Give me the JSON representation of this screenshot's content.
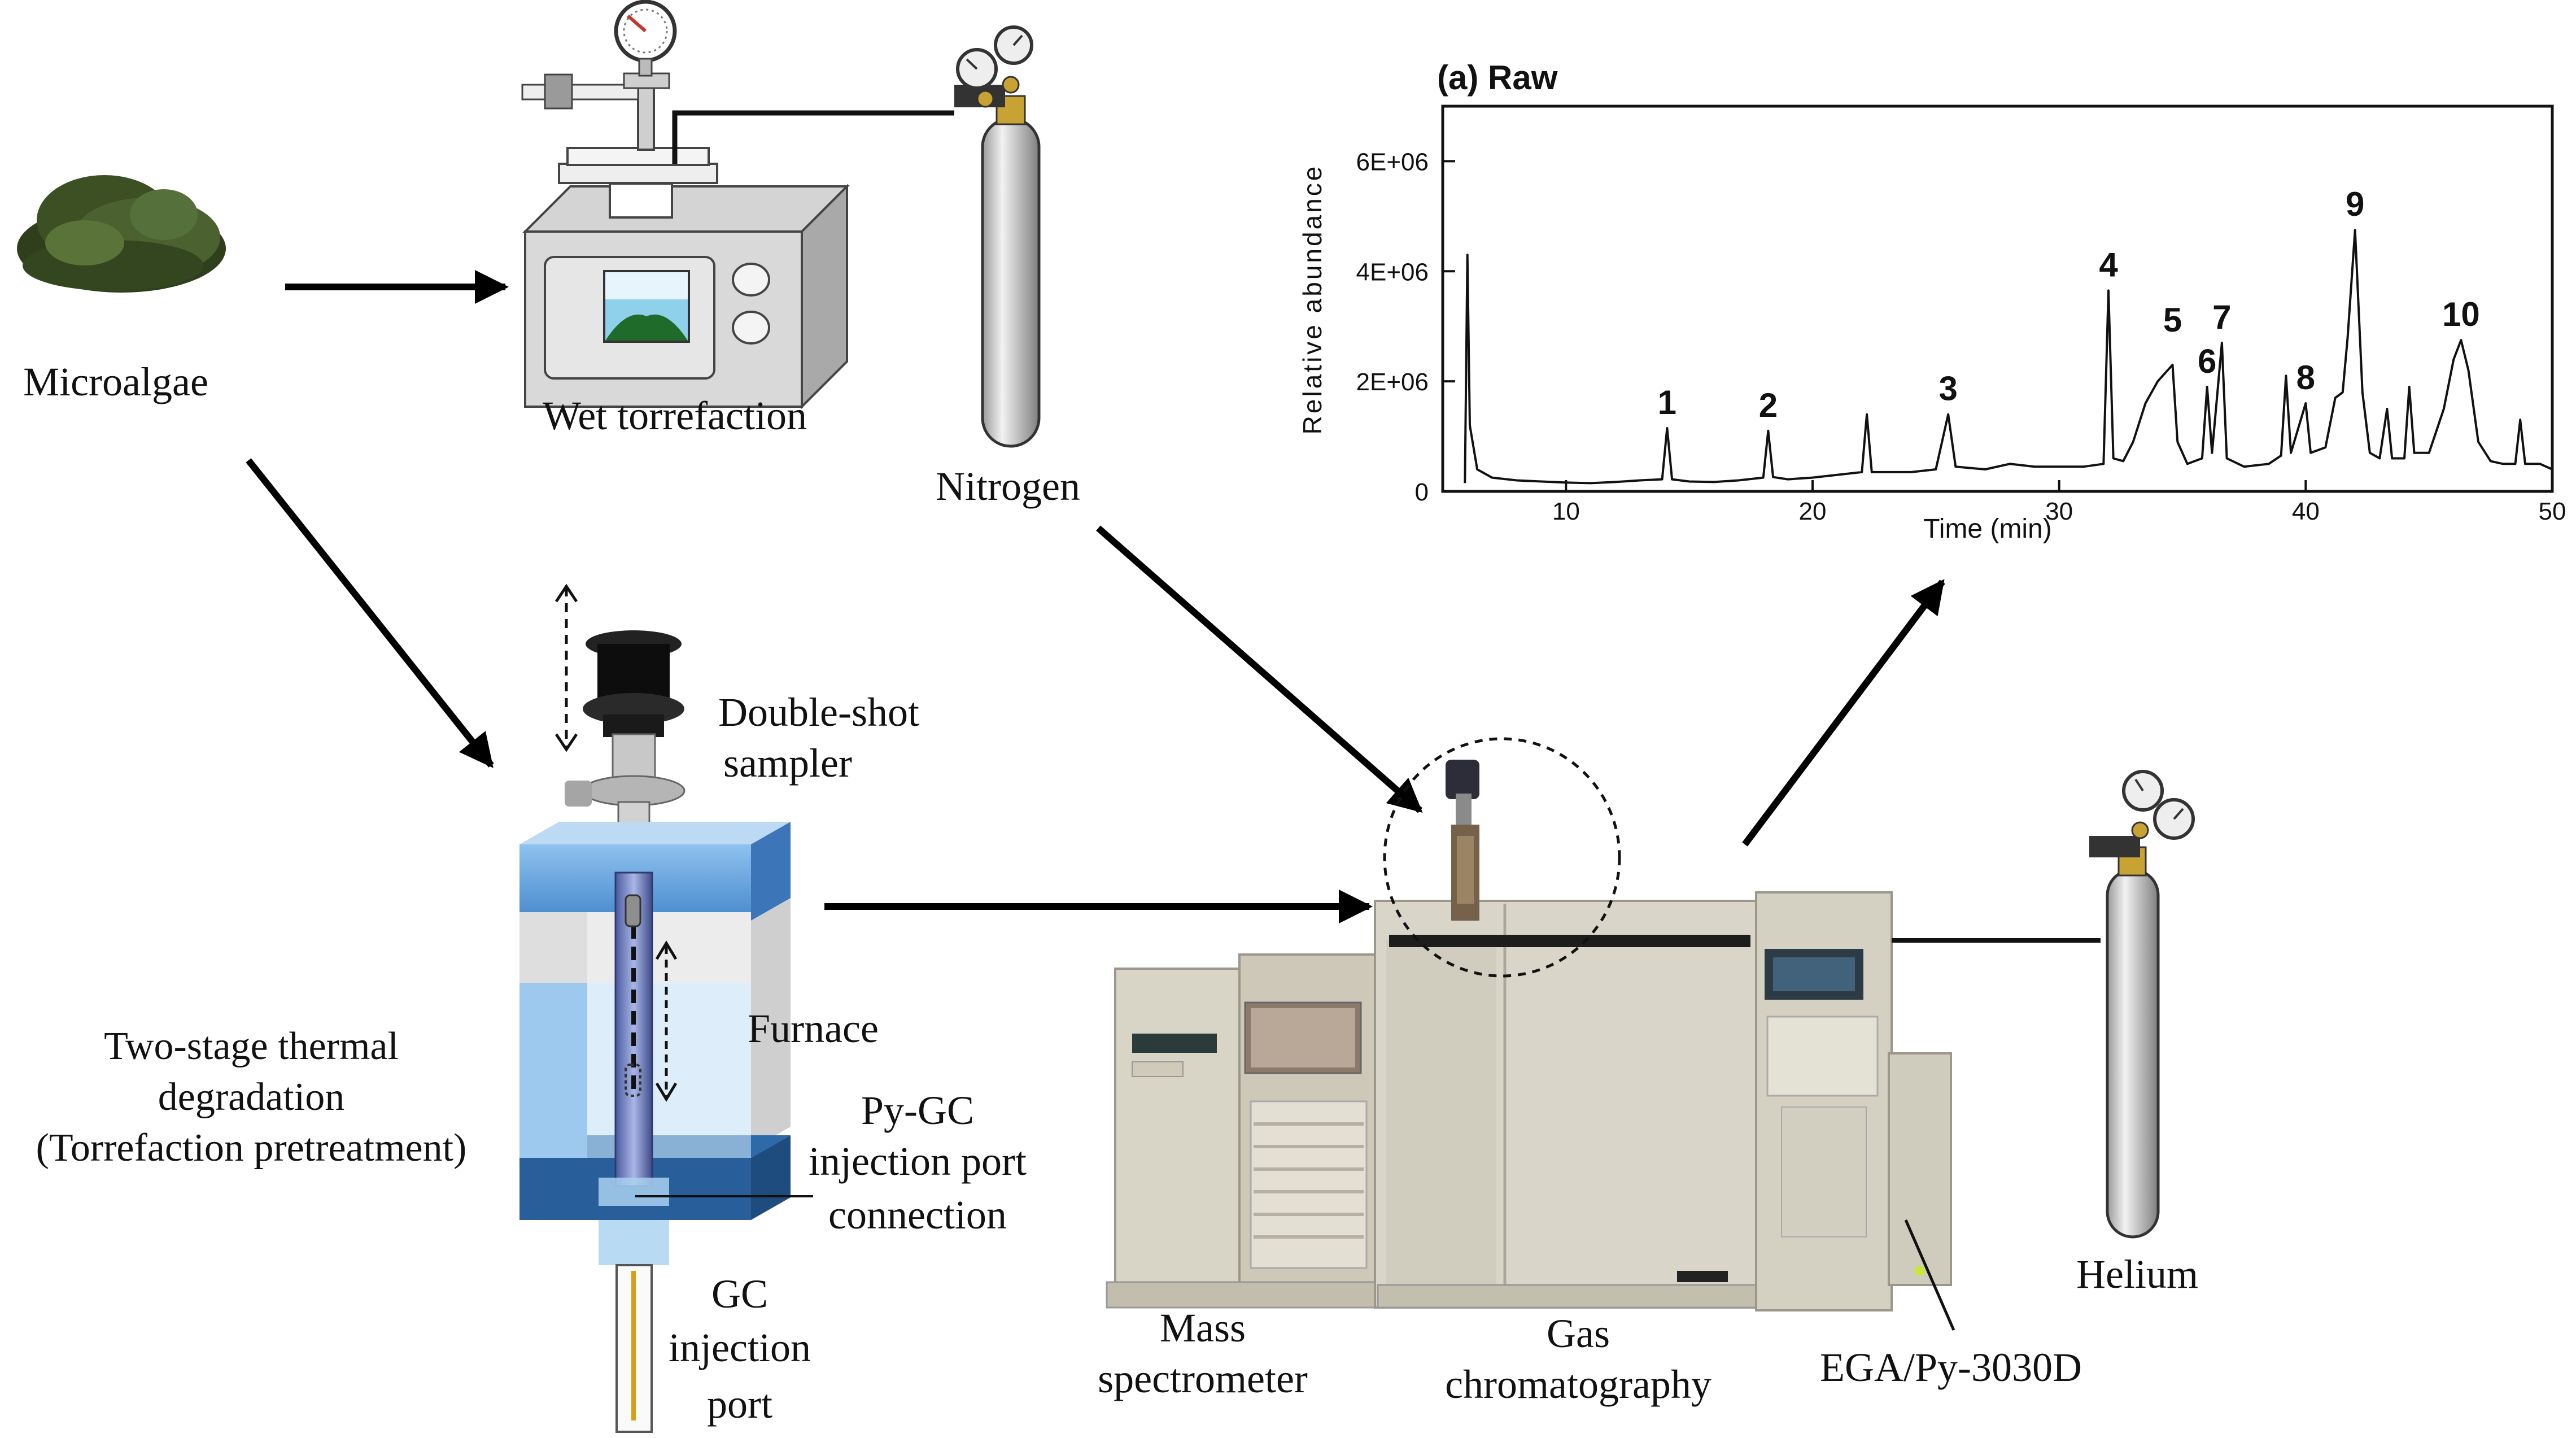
{
  "labels": {
    "microalgae": "Microalgae",
    "wet_torrefaction": "Wet torrefaction",
    "nitrogen": "Nitrogen",
    "double_shot": [
      "Double-shot",
      "sampler"
    ],
    "furnace": "Furnace",
    "two_stage": [
      "Two-stage thermal",
      "degradation",
      "(Torrefaction pretreatment)"
    ],
    "pygc": [
      "Py-GC",
      "injection port",
      "connection"
    ],
    "gc_port": [
      "GC",
      "injection",
      "port"
    ],
    "mass_spec": [
      "Mass",
      "spectrometer"
    ],
    "gas_chrom": [
      "Gas",
      "chromatography"
    ],
    "ega": "EGA/Py-3030D",
    "helium": "Helium"
  },
  "chart_data": {
    "type": "line",
    "title": "(a) Raw",
    "xlabel": "Time (min)",
    "ylabel": "Relative abundance",
    "xlim": [
      5,
      50
    ],
    "ylim": [
      0,
      7000000
    ],
    "xticks": [
      "10",
      "20",
      "30",
      "40",
      "50"
    ],
    "yticks": [
      "0",
      "2E+06",
      "4E+06",
      "6E+06"
    ],
    "grid": false,
    "peaks": [
      {
        "label": "1",
        "x": 14.1,
        "y": 1150000
      },
      {
        "label": "2",
        "x": 18.2,
        "y": 1100000
      },
      {
        "label": "3",
        "x": 25.5,
        "y": 1400000
      },
      {
        "label": "4",
        "x": 32.0,
        "y": 3650000
      },
      {
        "label": "5",
        "x": 34.6,
        "y": 2650000
      },
      {
        "label": "6",
        "x": 36.0,
        "y": 1900000
      },
      {
        "label": "7",
        "x": 36.6,
        "y": 2700000
      },
      {
        "label": "8",
        "x": 40.0,
        "y": 1600000
      },
      {
        "label": "9",
        "x": 42.0,
        "y": 4750000
      },
      {
        "label": "10",
        "x": 46.3,
        "y": 2750000
      }
    ],
    "trace": [
      [
        5.9,
        150000
      ],
      [
        6.0,
        4300000
      ],
      [
        6.1,
        1200000
      ],
      [
        6.4,
        400000
      ],
      [
        7.0,
        250000
      ],
      [
        8.0,
        200000
      ],
      [
        9.0,
        180000
      ],
      [
        10.0,
        160000
      ],
      [
        11.0,
        150000
      ],
      [
        12.0,
        170000
      ],
      [
        13.0,
        200000
      ],
      [
        13.9,
        220000
      ],
      [
        14.1,
        1150000
      ],
      [
        14.3,
        220000
      ],
      [
        15.0,
        180000
      ],
      [
        16.0,
        170000
      ],
      [
        17.0,
        200000
      ],
      [
        18.0,
        250000
      ],
      [
        18.2,
        1100000
      ],
      [
        18.4,
        260000
      ],
      [
        19.0,
        220000
      ],
      [
        20.0,
        250000
      ],
      [
        21.0,
        300000
      ],
      [
        22.0,
        350000
      ],
      [
        22.2,
        1400000
      ],
      [
        22.4,
        350000
      ],
      [
        23.0,
        350000
      ],
      [
        24.0,
        350000
      ],
      [
        25.0,
        400000
      ],
      [
        25.5,
        1400000
      ],
      [
        25.8,
        450000
      ],
      [
        27.0,
        400000
      ],
      [
        28.0,
        500000
      ],
      [
        29.0,
        450000
      ],
      [
        30.0,
        450000
      ],
      [
        31.0,
        450000
      ],
      [
        31.8,
        500000
      ],
      [
        32.0,
        3650000
      ],
      [
        32.2,
        600000
      ],
      [
        32.6,
        550000
      ],
      [
        33.0,
        900000
      ],
      [
        33.5,
        1600000
      ],
      [
        34.0,
        2000000
      ],
      [
        34.6,
        2300000
      ],
      [
        34.8,
        900000
      ],
      [
        35.2,
        500000
      ],
      [
        35.8,
        600000
      ],
      [
        36.0,
        1900000
      ],
      [
        36.2,
        700000
      ],
      [
        36.6,
        2700000
      ],
      [
        36.8,
        600000
      ],
      [
        37.5,
        450000
      ],
      [
        38.5,
        500000
      ],
      [
        39.0,
        650000
      ],
      [
        39.2,
        2100000
      ],
      [
        39.4,
        700000
      ],
      [
        40.0,
        1600000
      ],
      [
        40.2,
        700000
      ],
      [
        40.8,
        800000
      ],
      [
        41.2,
        1700000
      ],
      [
        41.5,
        1800000
      ],
      [
        41.7,
        2800000
      ],
      [
        42.0,
        4750000
      ],
      [
        42.3,
        1800000
      ],
      [
        42.6,
        700000
      ],
      [
        43.0,
        600000
      ],
      [
        43.3,
        1500000
      ],
      [
        43.5,
        600000
      ],
      [
        44.0,
        600000
      ],
      [
        44.2,
        1900000
      ],
      [
        44.4,
        700000
      ],
      [
        45.0,
        700000
      ],
      [
        45.6,
        1500000
      ],
      [
        46.0,
        2400000
      ],
      [
        46.3,
        2750000
      ],
      [
        46.6,
        2200000
      ],
      [
        47.0,
        900000
      ],
      [
        47.5,
        550000
      ],
      [
        48.0,
        500000
      ],
      [
        48.5,
        500000
      ],
      [
        48.7,
        1300000
      ],
      [
        48.9,
        500000
      ],
      [
        49.5,
        500000
      ],
      [
        50.0,
        400000
      ]
    ]
  }
}
